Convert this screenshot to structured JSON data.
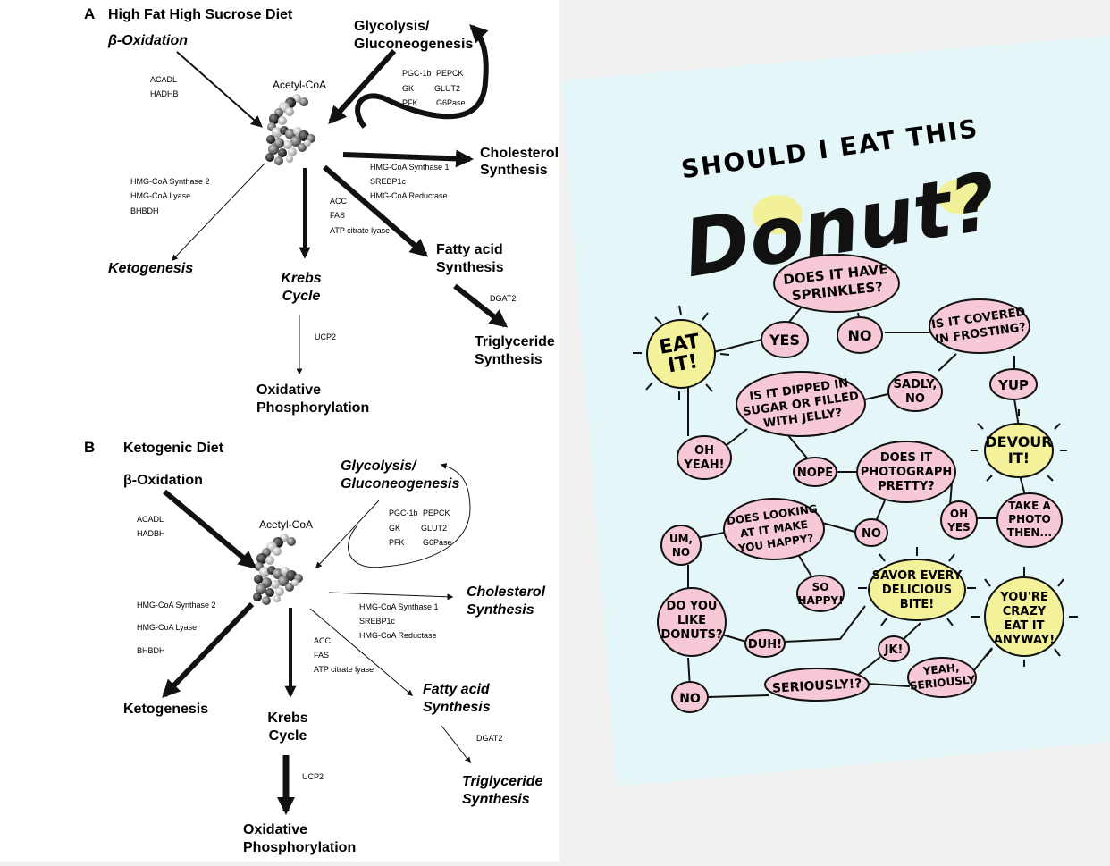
{
  "panel_a": {
    "letter": "A",
    "title": "High Fat High Sucrose Diet",
    "beta_oxidation": "β-Oxidation",
    "beta_genes": [
      "ACADL",
      "HADHB"
    ],
    "glycolysis_1": "Glycolysis/",
    "glycolysis_2": "Gluconeogenesis",
    "glyco_genes": [
      [
        "PGC-1b",
        "PEPCK"
      ],
      [
        "GK",
        "GLUT2"
      ],
      [
        "PFK",
        "G6Pase"
      ]
    ],
    "acetyl_coa": "Acetyl-CoA",
    "chol_1": "Cholesterol",
    "chol_2": "Synthesis",
    "chol_genes": [
      "HMG-CoA Synthase 1",
      "SREBP1c",
      "HMG-CoA Reductase"
    ],
    "keto_genes": [
      "HMG-CoA Synthase 2",
      "HMG-CoA Lyase",
      "BHBDH"
    ],
    "ketogenesis": "Ketogenesis",
    "fa_genes": [
      "ACC",
      "FAS",
      "ATP citrate lyase"
    ],
    "krebs_1": "Krebs",
    "krebs_2": "Cycle",
    "fa_1": "Fatty acid",
    "fa_2": "Synthesis",
    "dgat2": "DGAT2",
    "tg_1": "Triglyceride",
    "tg_2": "Synthesis",
    "ucp2": "UCP2",
    "ox_1": "Oxidative",
    "ox_2": "Phosphorylation"
  },
  "panel_b": {
    "letter": "B",
    "title": "Ketogenic Diet",
    "beta_oxidation": "β-Oxidation",
    "beta_genes": [
      "ACADL",
      "HADBH"
    ],
    "glycolysis_1": "Glycolysis/",
    "glycolysis_2": "Gluconeogenesis",
    "glyco_genes": [
      [
        "PGC-1b",
        "PEPCK"
      ],
      [
        "GK",
        "GLUT2"
      ],
      [
        "PFK",
        "G6Pase"
      ]
    ],
    "acetyl_coa": "Acetyl-CoA",
    "keto_genes": [
      "HMG-CoA Synthase 2",
      "HMG-CoA Lyase",
      "BHBDH"
    ],
    "chol_genes": [
      "HMG-CoA Synthase 1",
      "SREBP1c",
      "HMG-CoA Reductase"
    ],
    "chol_1": "Cholesterol",
    "chol_2": "Synthesis",
    "fa_genes": [
      "ACC",
      "FAS",
      "ATP citrate lyase"
    ],
    "ketogenesis": "Ketogenesis",
    "krebs_1": "Krebs",
    "krebs_2": "Cycle",
    "fa_1": "Fatty acid",
    "fa_2": "Synthesis",
    "dgat2": "DGAT2",
    "tg_1": "Triglyceride",
    "tg_2": "Synthesis",
    "ucp2": "UCP2",
    "ox_1": "Oxidative",
    "ox_2": "Phosphorylation"
  },
  "poster": {
    "title_top": "SHOULD I EAT THIS",
    "title_big": "Donut?",
    "nodes": {
      "sprinkles": [
        "DOES IT HAVE",
        "SPRINKLES?"
      ],
      "yes": [
        "YES"
      ],
      "no_top": [
        "NO"
      ],
      "frosting": [
        "IS IT COVERED",
        "IN FROSTING?"
      ],
      "eat_it": [
        "EAT",
        "IT!"
      ],
      "dipped": [
        "IS IT DIPPED IN",
        "SUGAR OR FILLED",
        "WITH JELLY?"
      ],
      "sadly_no": [
        "SADLY,",
        "NO"
      ],
      "yup": [
        "YUP"
      ],
      "oh_yeah": [
        "OH",
        "YEAH!"
      ],
      "nope": [
        "NOPE"
      ],
      "photograph": [
        "DOES IT",
        "PHOTOGRAPH",
        "PRETTY?"
      ],
      "devour": [
        "DEVOUR",
        "IT!"
      ],
      "looking": [
        "DOES LOOKING",
        "AT IT MAKE",
        "YOU HAPPY?"
      ],
      "um_no": [
        "UM,",
        "NO"
      ],
      "no_mid": [
        "NO"
      ],
      "oh_yes": [
        "OH",
        "YES"
      ],
      "take_photo": [
        "TAKE A",
        "PHOTO",
        "THEN..."
      ],
      "so_happy": [
        "SO",
        "HAPPY!"
      ],
      "savor": [
        "SAVOR EVERY",
        "DELICIOUS",
        "BITE!"
      ],
      "crazy": [
        "YOU'RE",
        "CRAZY",
        "EAT IT",
        "ANYWAY!"
      ],
      "like_donuts": [
        "DO YOU",
        "LIKE",
        "DONUTS?"
      ],
      "duh": [
        "DUH!"
      ],
      "jk": [
        "JK!"
      ],
      "no_bottom": [
        "NO"
      ],
      "seriously_q": [
        "SERIOUSLY!?"
      ],
      "yeah_seriously": [
        "YEAH,",
        "SERIOUSLY"
      ]
    }
  },
  "colors": {
    "pink_node": "#f7c9d6",
    "yellow_node": "#f3f19a",
    "poster_bg": "#e5f6f8",
    "ink": "#111111"
  }
}
